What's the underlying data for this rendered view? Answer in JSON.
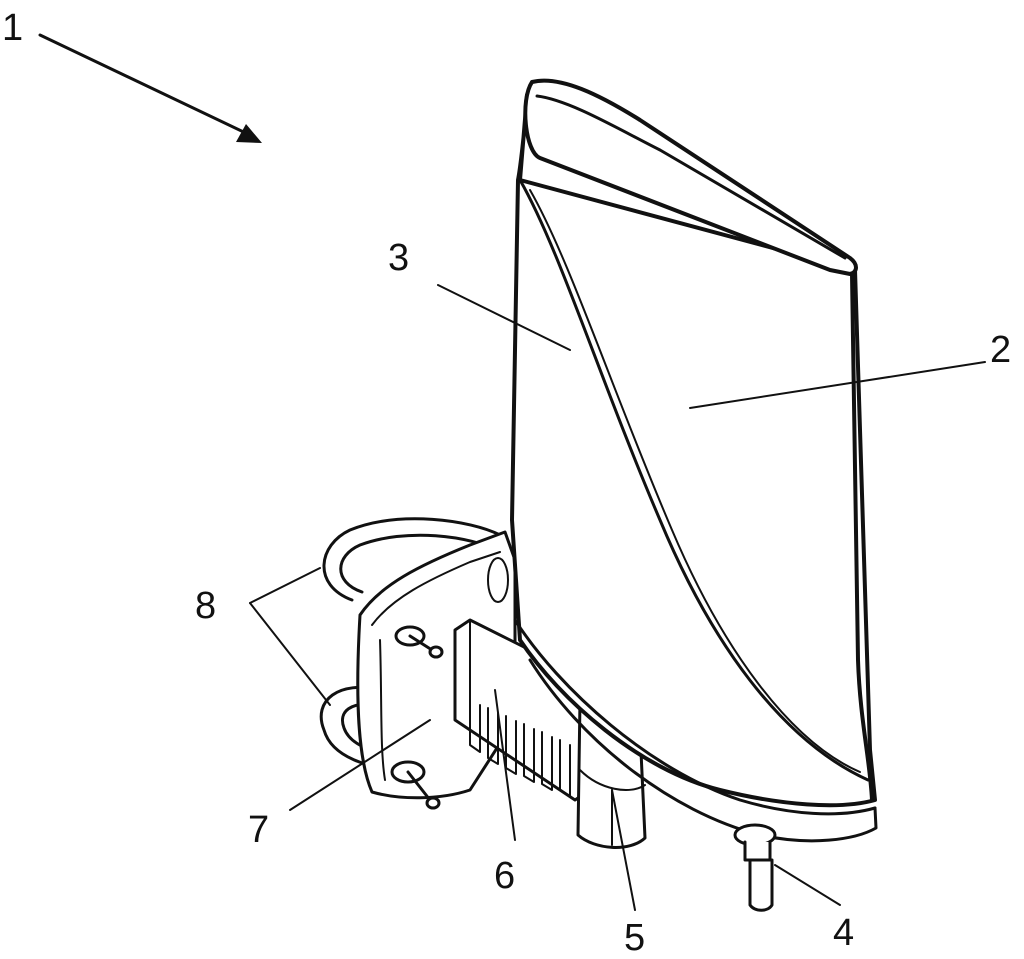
{
  "labels": {
    "ref_1": "1",
    "ref_2": "2",
    "ref_3": "3",
    "ref_4": "4",
    "ref_5": "5",
    "ref_6": "6",
    "ref_7": "7",
    "ref_8": "8"
  },
  "colors": {
    "ink": "#111111",
    "background": "#ffffff"
  }
}
